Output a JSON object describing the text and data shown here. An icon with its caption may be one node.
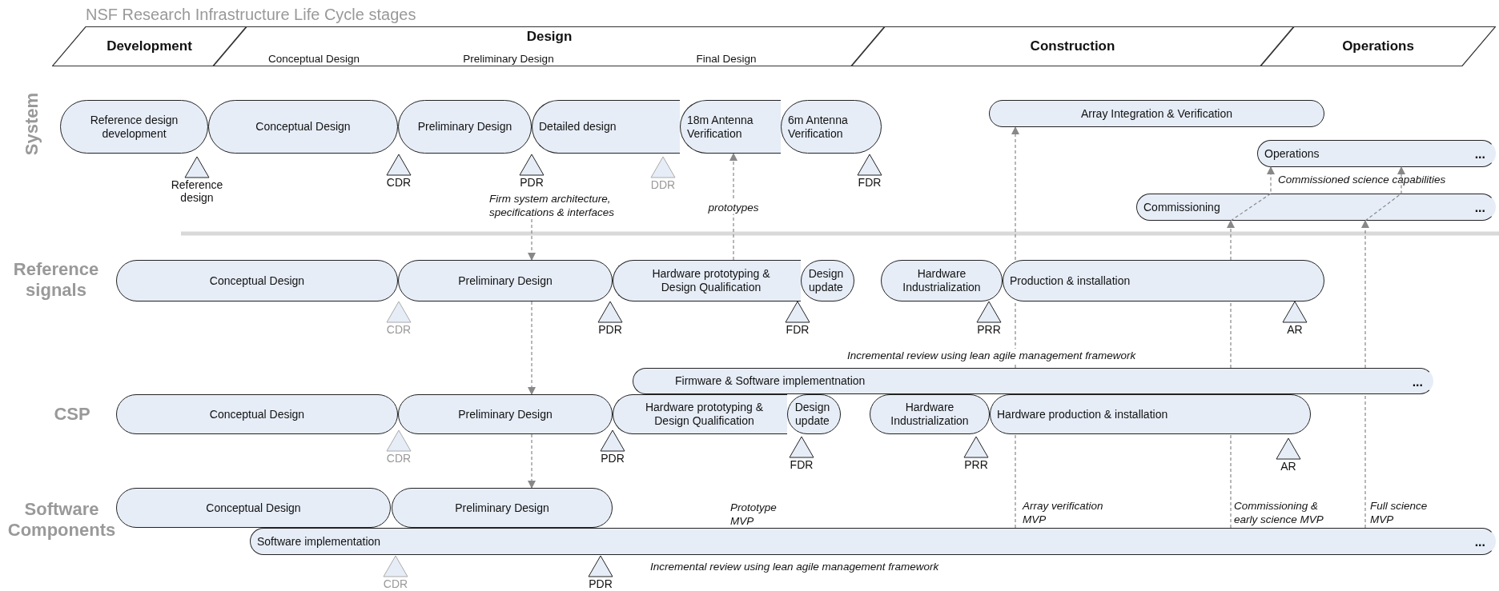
{
  "diagram": {
    "title": "NSF Research Infrastructure Life Cycle stages",
    "nodes": [
      {
        "text": [
          "Development"
        ]
      },
      {
        "text": [
          "Design",
          "Conceptual Design",
          "Preliminary Design",
          "Final Design"
        ]
      },
      {
        "text": [
          "Construction"
        ]
      },
      {
        "text": [
          "Operations"
        ]
      },
      {
        "text": [
          "Reference design development"
        ]
      },
      {
        "text": [
          "Conceptual Design"
        ]
      },
      {
        "text": [
          "Preliminary Design"
        ]
      },
      {
        "text": [
          "Detailed design"
        ]
      },
      {
        "text": [
          "18m Antenna Verification"
        ]
      },
      {
        "text": [
          "6m Antenna Verification"
        ]
      },
      {
        "text": [
          "Reference design"
        ]
      },
      {
        "text": [
          "CDR"
        ]
      },
      {
        "text": [
          "PDR"
        ]
      },
      {
        "text": [
          "DDR"
        ]
      },
      {
        "text": [
          "FDR"
        ]
      },
      {
        "text": [
          "Firm system architecture, specifications & interfaces"
        ]
      },
      {
        "text": [
          "Array Integration & Verification"
        ]
      },
      {
        "text": [
          "Operations",
          "..."
        ]
      },
      {
        "text": [
          "Commissioning",
          "..."
        ]
      },
      {
        "text": [
          "Conceptual Design"
        ]
      },
      {
        "text": [
          "Preliminary Design"
        ]
      },
      {
        "text": [
          "Hardware prototyping & Design Qualification"
        ]
      },
      {
        "text": [
          "Design update"
        ]
      },
      {
        "text": [
          "Hardware Industrialization"
        ]
      },
      {
        "text": [
          "Production & installation"
        ]
      },
      {
        "text": [
          "CDR"
        ]
      },
      {
        "text": [
          "PDR"
        ]
      },
      {
        "text": [
          "FDR"
        ]
      },
      {
        "text": [
          "PRR"
        ]
      },
      {
        "text": [
          "AR"
        ]
      },
      {
        "text": [
          "Firmware & Software implementnation",
          "..."
        ]
      },
      {
        "text": [
          "Conceptual Design"
        ]
      },
      {
        "text": [
          "Preliminary Design"
        ]
      },
      {
        "text": [
          "Hardware prototyping & Design Qualification"
        ]
      },
      {
        "text": [
          "Design update"
        ]
      },
      {
        "text": [
          "Hardware Industrialization"
        ]
      },
      {
        "text": [
          "Hardware production & installation"
        ]
      },
      {
        "text": [
          "CDR"
        ]
      },
      {
        "text": [
          "PDR"
        ]
      },
      {
        "text": [
          "FDR"
        ]
      },
      {
        "text": [
          "PRR"
        ]
      },
      {
        "text": [
          "AR"
        ]
      },
      {
        "text": [
          "Conceptual Design"
        ]
      },
      {
        "text": [
          "Preliminary Design"
        ]
      },
      {
        "text": [
          "Software implementation",
          "..."
        ]
      },
      {
        "text": [
          "CDR"
        ]
      },
      {
        "text": [
          "PDR"
        ]
      }
    ],
    "edges": [
      {
        "from": 15,
        "to": 20,
        "arrow": "to",
        "style": "dashed"
      },
      {
        "from": 20,
        "to": 32,
        "arrow": "to",
        "style": "dashed"
      },
      {
        "from": 32,
        "to": 43,
        "arrow": "to",
        "style": "dashed"
      },
      {
        "from": 21,
        "to": 8,
        "arrow": "to",
        "style": "dashed",
        "label": "prototypes"
      },
      {
        "from": 24,
        "to": 16,
        "arrow": "to",
        "style": "dashed"
      },
      {
        "from": 24,
        "to": 18,
        "arrow": "to",
        "style": "dashed"
      },
      {
        "from": 30,
        "to": 18,
        "arrow": "to",
        "style": "dashed"
      },
      {
        "from": 18,
        "to": 17,
        "arrow": "to",
        "style": "dashed"
      },
      {
        "from": 18,
        "to": 17,
        "arrow": "to",
        "style": "dashed"
      },
      {
        "from": 44,
        "to": 36,
        "arrow": "none",
        "style": "dashed"
      },
      {
        "from": 30,
        "to": 24,
        "arrow": "none",
        "style": "dashed"
      },
      {
        "from": 44,
        "to": 36,
        "arrow": "none",
        "style": "dashed"
      },
      {
        "from": 30,
        "to": 24,
        "arrow": "none",
        "style": "dashed"
      },
      {
        "from": 44,
        "to": 30,
        "arrow": "none",
        "style": "dashed"
      }
    ],
    "labels": [
      "System",
      "Reference signals",
      "CSP",
      "Software Components",
      "Commissioned science capabilities",
      "Incremental review using lean agile management framework",
      "Prototype MVP",
      "Array verification MVP",
      "Commissioning & early science MVP",
      "Full science MVP",
      "Incremental review using lean agile management framework"
    ]
  }
}
